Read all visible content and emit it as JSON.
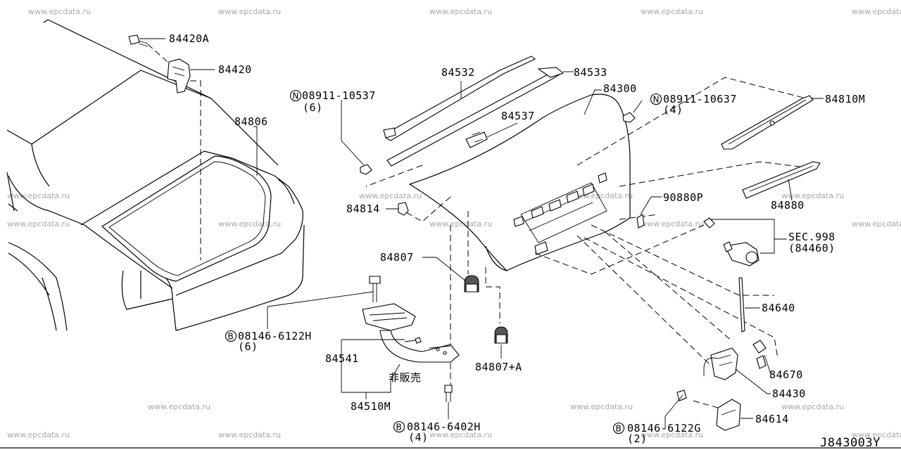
{
  "watermark": "www.epcdata.ru",
  "labels": {
    "p84420A": "84420A",
    "p84420": "84420",
    "p84806": "84806",
    "p84532": "84532",
    "p84533": "84533",
    "p84537": "84537",
    "p84300": "84300",
    "p84810M": "84810M",
    "p84880": "84880",
    "p90880P": "90880P",
    "p84814": "84814",
    "sec998": "SEC.998",
    "sec998_sub": "(84460)",
    "p84807": "84807",
    "p84807A": "84807+A",
    "p84640": "84640",
    "p84670": "84670",
    "p84430": "84430",
    "p84614": "84614",
    "p84541": "84541",
    "p84510M": "84510M",
    "not_for_sale": "非販売"
  },
  "fasteners": {
    "n1_code": "08911-10537",
    "n1_qty": "(6)",
    "n2_code": "08911-10637",
    "n2_qty": "(4)",
    "b1_code": "08146-6122H",
    "b1_qty": "(6)",
    "b2_code": "08146-6402H",
    "b2_qty": "(4)",
    "b3_code": "08146-6122G",
    "b3_qty": "(2)",
    "n_symbol": "N",
    "b_symbol": "B"
  },
  "diagram_code": "J843003Y"
}
